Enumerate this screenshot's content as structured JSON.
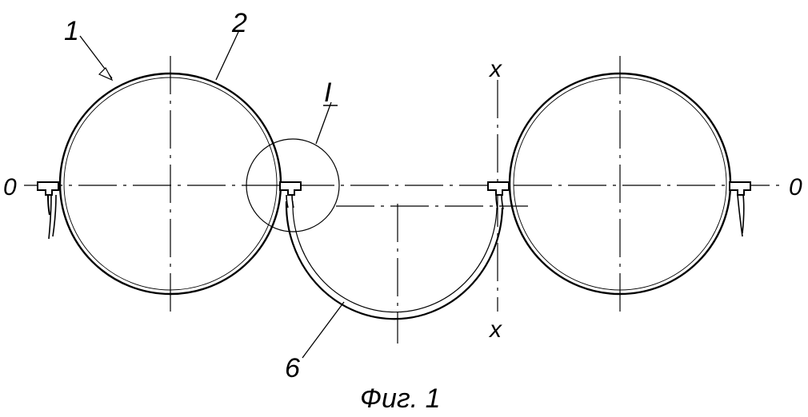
{
  "figure": {
    "caption": "Фиг. 1",
    "labels": {
      "assembly": "1",
      "ring": "2",
      "strap": "6",
      "detail": "I",
      "axis_o_left": "0",
      "axis_o_right": "0",
      "axis_x_top": "x",
      "axis_x_bottom": "x"
    }
  }
}
